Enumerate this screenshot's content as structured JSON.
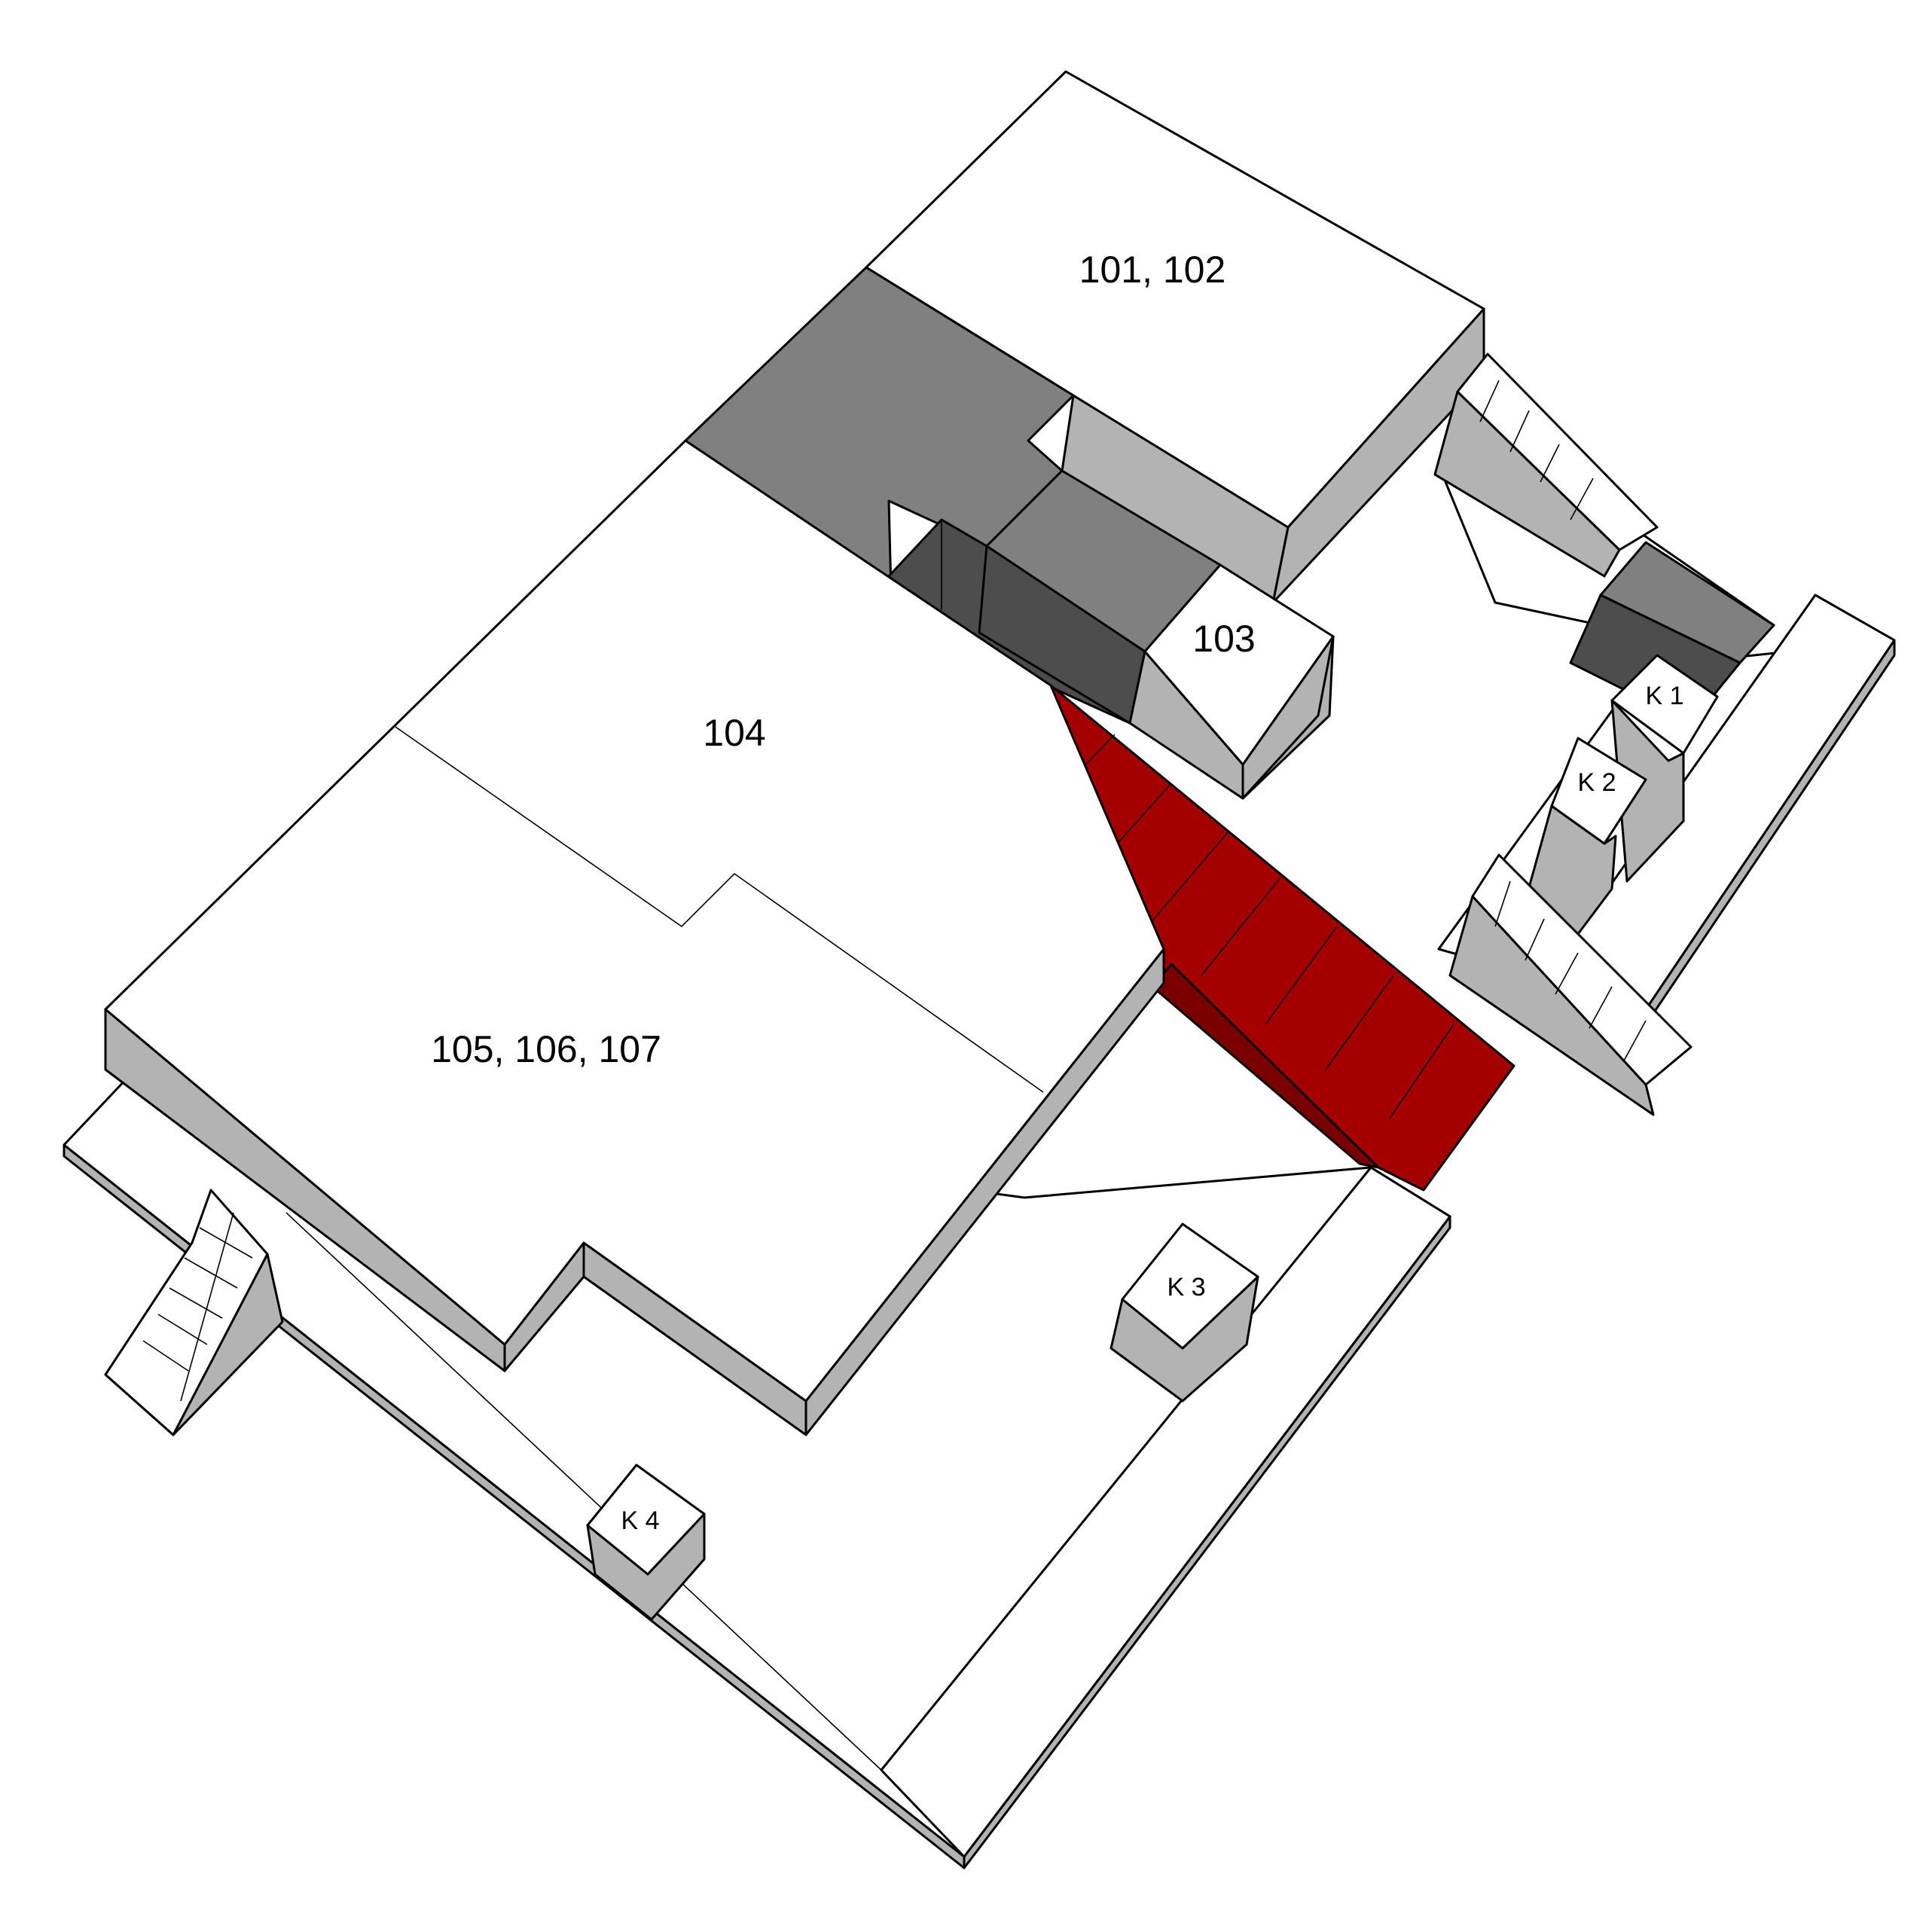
{
  "labels": {
    "block_101_102": "101, 102",
    "block_103": "103",
    "block_104": "104",
    "block_105_107": "105, 106, 107",
    "k1": "K 1",
    "k2": "K 2",
    "k3": "K 3",
    "k4": "K 4"
  },
  "colors": {
    "top": "#ffffff",
    "side_light": "#b3b3b3",
    "side_mid": "#808080",
    "side_dark": "#4d4d4d",
    "highlight": "#a50000",
    "highlight_dark": "#7a0000"
  }
}
